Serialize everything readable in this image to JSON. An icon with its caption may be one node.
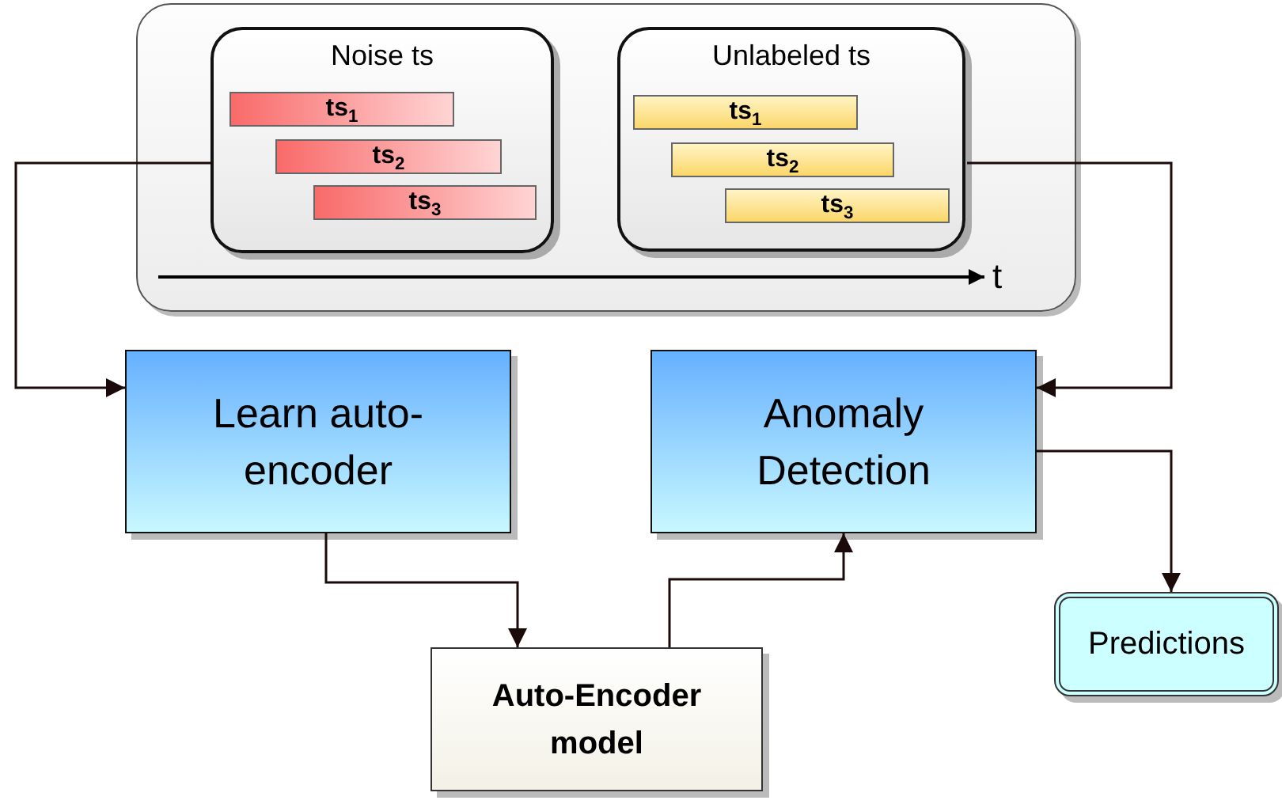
{
  "diagram": {
    "nodes": [
      {
        "text": [],
        "shape": "box"
      },
      {
        "text": [
          "Noise ts"
        ],
        "in": 0
      },
      {
        "text": [
          "ts$_{1}$"
        ],
        "in": 1
      },
      {
        "text": [
          "ts$_{2}$"
        ],
        "in": 1
      },
      {
        "text": [
          "ts$_{3}$"
        ],
        "in": 1
      },
      {
        "text": [
          "Unlabeled ts"
        ],
        "in": 0
      },
      {
        "text": [
          "ts$_{1}$"
        ],
        "in": 5
      },
      {
        "text": [
          "ts$_{2}$"
        ],
        "in": 5
      },
      {
        "text": [
          "ts$_{3}$"
        ],
        "in": 5
      },
      {
        "text": [
          "Learn auto-encoder"
        ]
      },
      {
        "text": [
          "Anomaly Detection"
        ]
      },
      {
        "text": [
          "Auto-Encoder model"
        ]
      },
      {
        "text": [
          "Predictions"
        ]
      }
    ],
    "edges": [
      {
        "from": 1,
        "to": 9,
        "arrow": "to"
      },
      {
        "from": 5,
        "to": 10,
        "arrow": "to"
      },
      {
        "from": 9,
        "to": 11,
        "arrow": "to"
      },
      {
        "from": 11,
        "to": 10,
        "arrow": "to"
      },
      {
        "from": 10,
        "to": 12,
        "arrow": "to"
      }
    ],
    "labels": [
      "t"
    ]
  }
}
